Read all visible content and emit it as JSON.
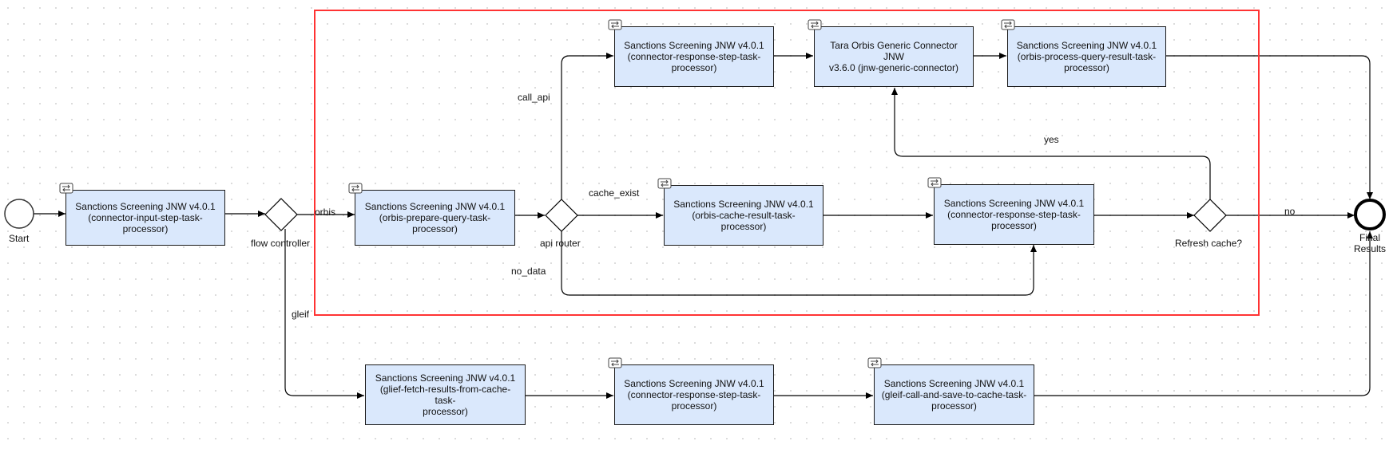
{
  "diagram": {
    "events": {
      "start": "Start",
      "end": "Final\nResults"
    },
    "gateways": {
      "flow_controller": "flow controller",
      "api_router": "api router",
      "refresh_cache": "Refresh cache?"
    },
    "tasks": {
      "connector_input": "Sanctions Screening JNW v4.0.1\n(connector-input-step-task-\nprocessor)",
      "orbis_prepare": "Sanctions Screening JNW v4.0.1\n(orbis-prepare-query-task-\nprocessor)",
      "connector_response_top": "Sanctions Screening JNW v4.0.1\n(connector-response-step-task-\nprocessor)",
      "generic_connector": "Tara Orbis Generic Connector JNW\nv3.6.0 (jnw-generic-connector)",
      "orbis_process": "Sanctions Screening JNW v4.0.1\n(orbis-process-query-result-task-\nprocessor)",
      "orbis_cache": "Sanctions Screening JNW v4.0.1\n(orbis-cache-result-task-processor)",
      "connector_response_mid": "Sanctions Screening JNW v4.0.1\n(connector-response-step-task-\nprocessor)",
      "glief_fetch": "Sanctions Screening JNW v4.0.1\n(glief-fetch-results-from-cache-task-\nprocessor)",
      "connector_response_bottom": "Sanctions Screening JNW v4.0.1\n(connector-response-step-task-\nprocessor)",
      "gleif_call": "Sanctions Screening JNW v4.0.1\n(gleif-call-and-save-to-cache-task-\nprocessor)"
    },
    "edge_labels": {
      "orbis": "orbis",
      "gleif": "gleif",
      "call_api": "call_api",
      "cache_exist": "cache_exist",
      "no_data": "no_data",
      "yes": "yes",
      "no": "no"
    },
    "colors": {
      "task_fill": "#dae8fc",
      "highlight_border": "#ff3333"
    }
  }
}
